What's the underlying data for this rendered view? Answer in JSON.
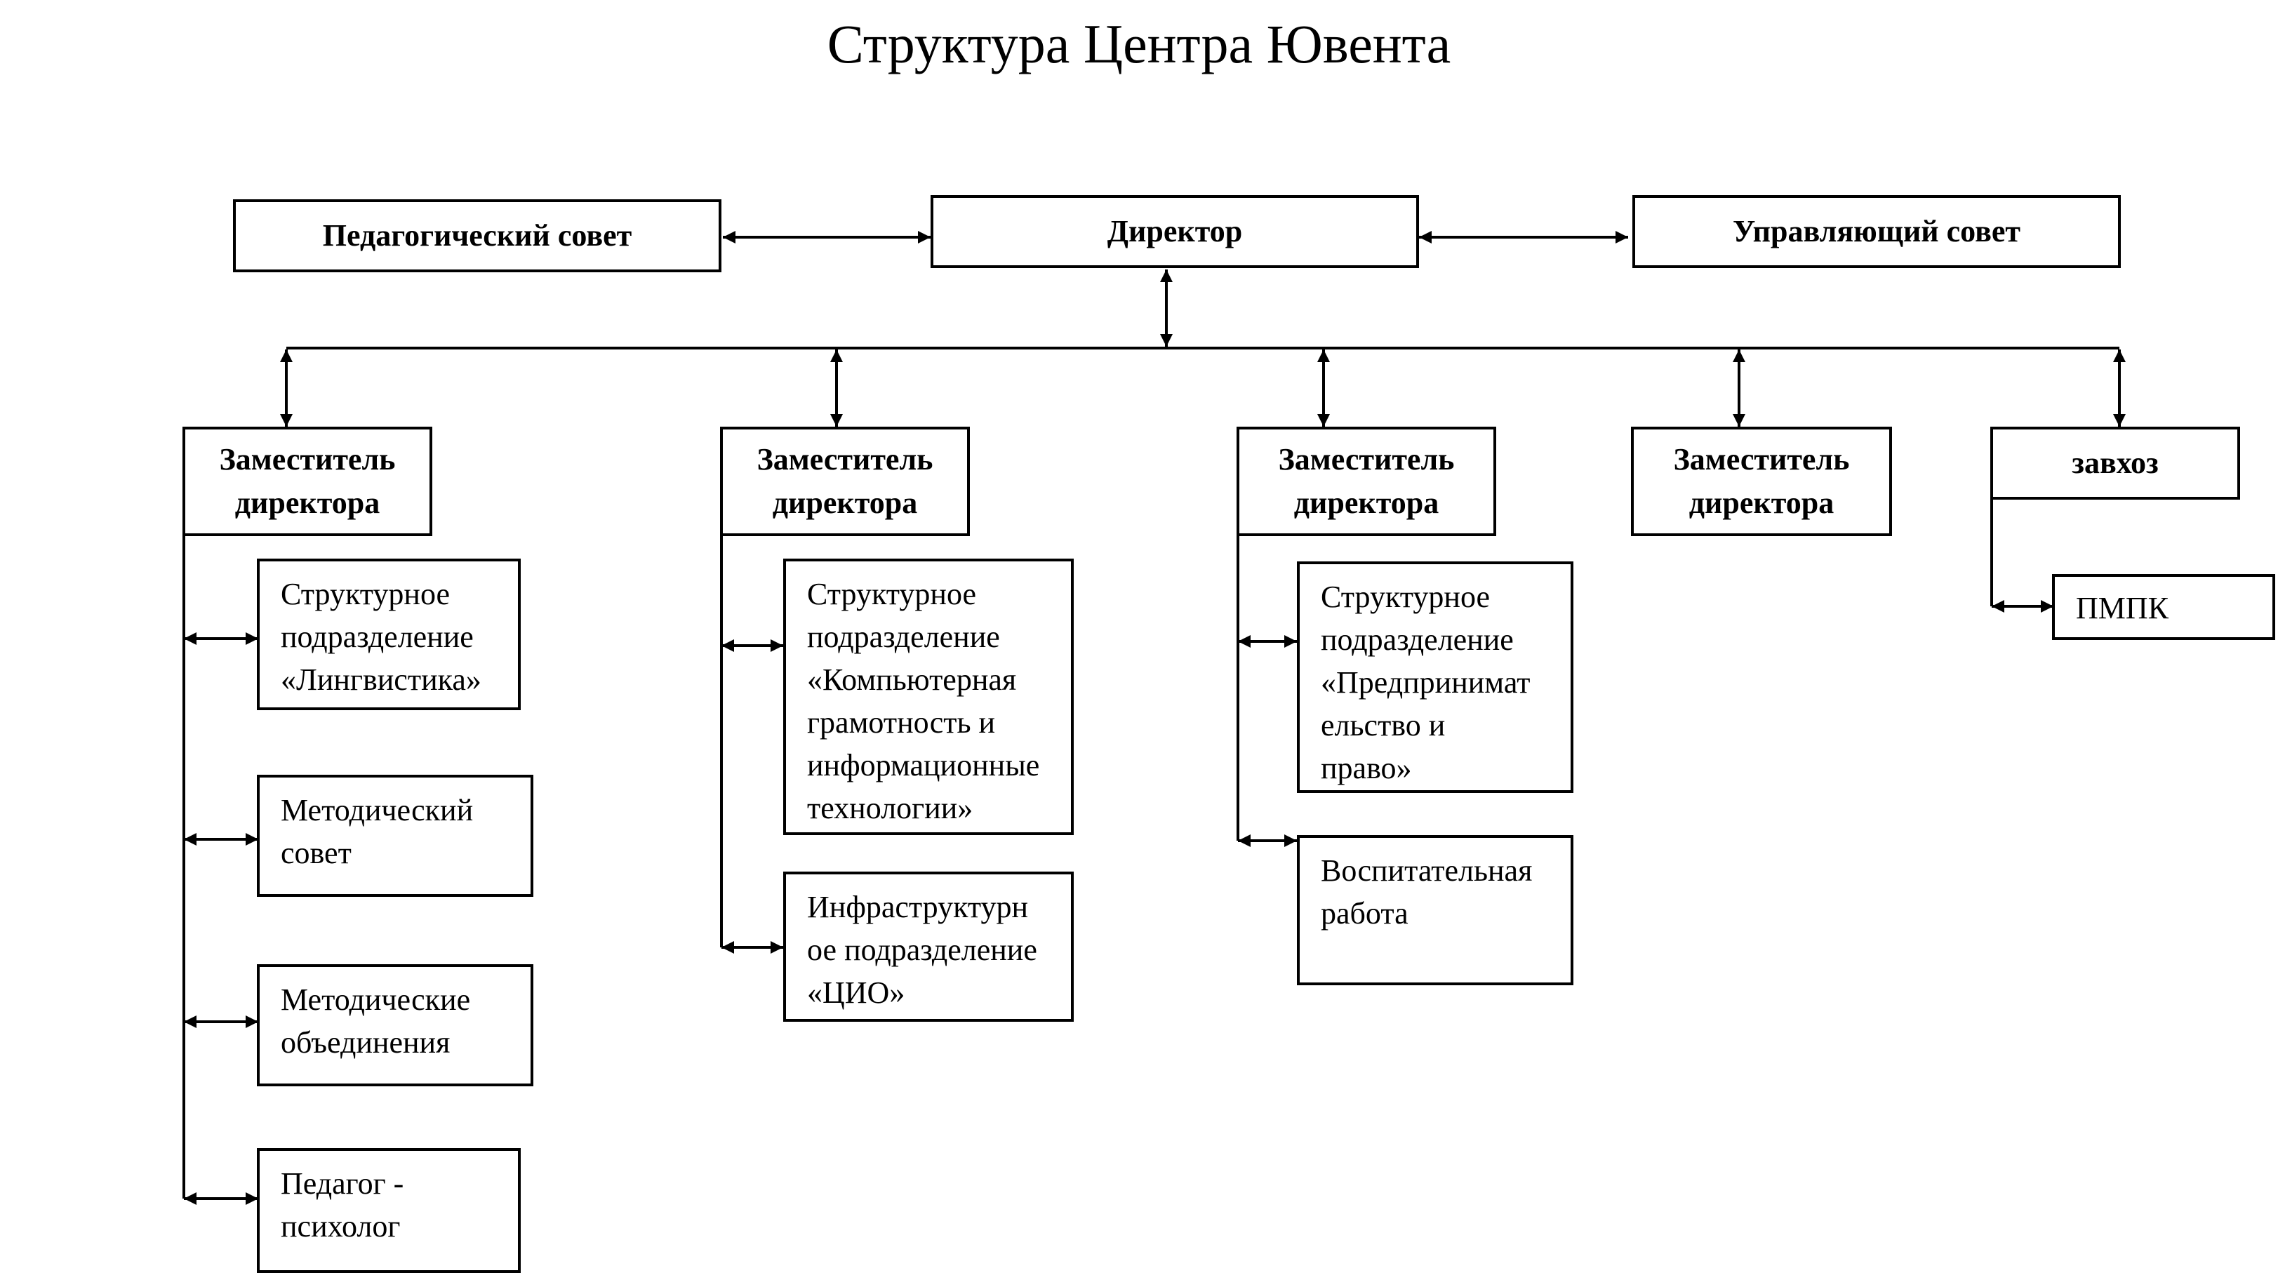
{
  "title": "Структура Центра Ювента",
  "top_row": {
    "ped_council": "Педагогический совет",
    "director": "Директор",
    "governing_council": "Управляющий совет"
  },
  "deputies": [
    {
      "label": "Заместитель\nдиректора",
      "units": [
        "Структурное\nподразделение\n«Лингвистика»",
        "Методический\nсовет",
        "Методические\nобъединения",
        "Педагог -\nпсихолог"
      ]
    },
    {
      "label": "Заместитель\nдиректора",
      "units": [
        "Структурное\nподразделение\n«Компьютерная\nграмотность и\nинформационные\nтехнологии»",
        "Инфраструктурн\nое подразделение\n«ЦИО»"
      ]
    },
    {
      "label": "Заместитель\nдиректора",
      "units": [
        "Структурное\nподразделение\n«Предпринимат\nельство и\nправо»",
        "Воспитательная\nработа"
      ]
    },
    {
      "label": "Заместитель\nдиректора",
      "units": []
    }
  ],
  "supply_manager": {
    "label": "завхоз",
    "units": [
      "ПМПК"
    ]
  }
}
